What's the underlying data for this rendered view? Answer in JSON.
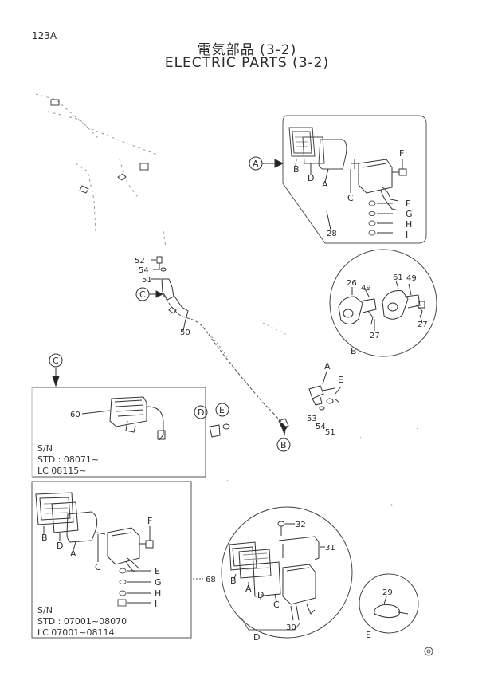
{
  "page_number": "123A",
  "title_jp": "電気部品 (3-2)",
  "title_en": "ELECTRIC PARTS (3-2)",
  "callouts": {
    "A": "A",
    "B": "B",
    "C": "C",
    "D": "D",
    "E": "E",
    "F": "F",
    "G": "G",
    "H": "H",
    "I": "I"
  },
  "parts": {
    "p26": "26",
    "p27": "27",
    "p28": "28",
    "p29": "29",
    "p30": "30",
    "p31": "31",
    "p32": "32",
    "p49": "49",
    "p50": "50",
    "p51": "51",
    "p52": "52",
    "p53": "53",
    "p54": "54",
    "p60": "60",
    "p61": "61",
    "p68": "68"
  },
  "serial_upper": {
    "heading": "S/N",
    "std": "STD : 08071~",
    "lc": "LC   08115~"
  },
  "serial_lower": {
    "heading": "S/N",
    "std": "STD : 07001~08070",
    "lc": "LC   07001~08114"
  }
}
